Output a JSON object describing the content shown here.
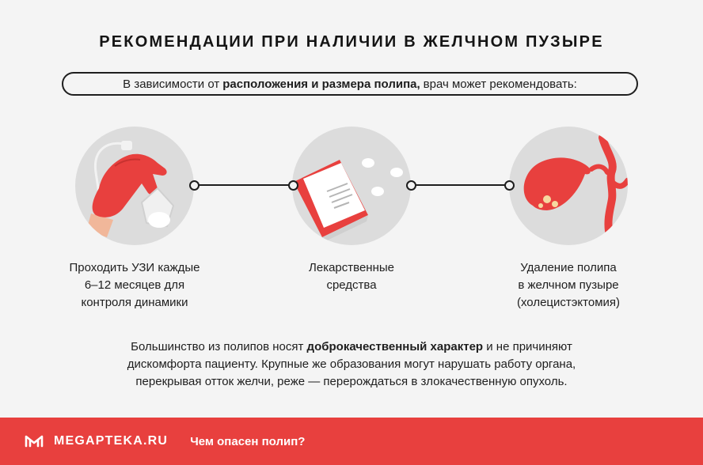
{
  "title": "РЕКОМЕНДАЦИИ ПРИ НАЛИЧИИ В ЖЕЛЧНОМ ПУЗЫРЕ",
  "intro": {
    "before": "В зависимости от",
    "bold": "расположения и размера полипа,",
    "after": "врач может рекомендовать:"
  },
  "steps": [
    {
      "icon": "ultrasound-probe-glove-icon",
      "lines": [
        "Проходить УЗИ каждые",
        "6–12 месяцев для",
        "контроля динамики"
      ]
    },
    {
      "icon": "medicine-box-pills-icon",
      "lines": [
        "Лекарственные",
        "средства"
      ]
    },
    {
      "icon": "gallbladder-icon",
      "lines": [
        "Удаление полипа",
        "в желчном пузыре",
        "(холецистэктомия)"
      ]
    }
  ],
  "summary": {
    "line1_before": "Большинство из полипов носят",
    "line1_bold": "доброкачественный характер",
    "line1_after": "и не причиняют",
    "line2": "дискомфорта пациенту. Крупные же образования могут нарушать работу органа,",
    "line3": "перекрывая отток желчи, реже — перерождаться в злокачественную опухоль."
  },
  "footer": {
    "logo_icon": "megapteka-logo-icon",
    "brand": "MEGAPTEKA.RU",
    "link": "Чем опасен полип?"
  },
  "colors": {
    "accent": "#e8403e",
    "circle": "#dcdcdc",
    "background": "#f4f4f4",
    "text": "#1e1e1e"
  }
}
